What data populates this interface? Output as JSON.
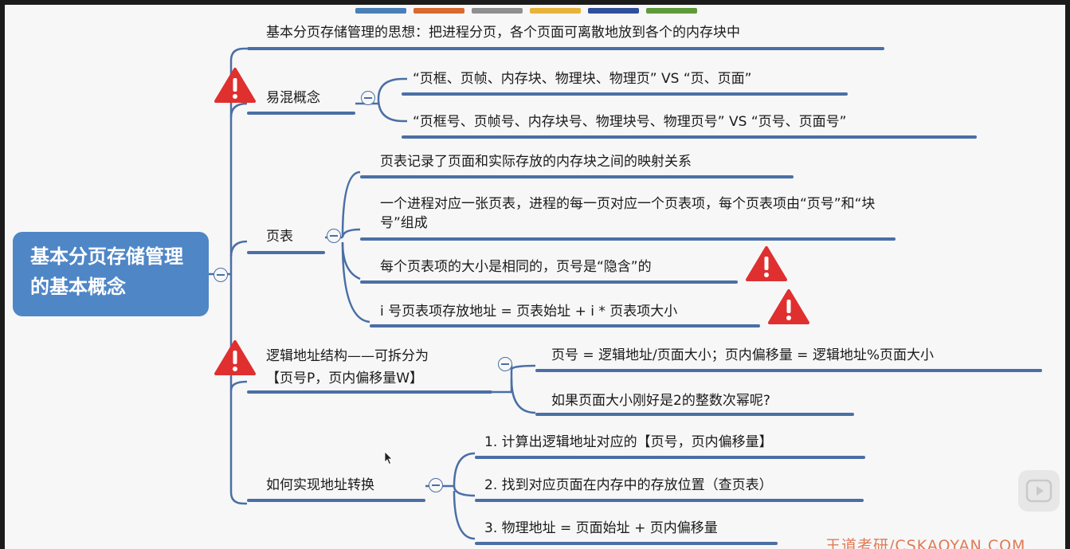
{
  "colors": {
    "branch": "#4a6fa5",
    "root_fill": "#4f86c6",
    "warning": "#e02f2f",
    "tabs": [
      "#4a7fb8",
      "#d9692f",
      "#8f8f8f",
      "#e8b33a",
      "#2f4f9a",
      "#5e9a3a"
    ]
  },
  "root": {
    "text": "基本分页存储管理的基本概念"
  },
  "top_line": "基本分页存储管理的思想：把进程分页，各个页面可离散地放到各个的内存块中",
  "branches": {
    "confusing": {
      "label": "易混概念",
      "items": [
        "“页框、页帧、内存块、物理块、物理页” VS “页、页面”",
        "“页框号、页帧号、内存块号、物理块号、物理页号” VS “页号、页面号”"
      ]
    },
    "page_table": {
      "label": "页表",
      "items": [
        "页表记录了页面和实际存放的内存块之间的映射关系",
        "一个进程对应一张页表，进程的每一页对应一个页表项，每个页表项由“页号”和“块号”组成",
        "每个页表项的大小是相同的，页号是“隐含”的",
        "i 号页表项存放地址 = 页表始址 + i * 页表项大小"
      ]
    },
    "logical": {
      "label_line1": "逻辑地址结构——可拆分为",
      "label_line2": "【页号P，页内偏移量W】",
      "items": [
        "页号 = 逻辑地址/页面大小；页内偏移量 = 逻辑地址%页面大小",
        "如果页面大小刚好是2的整数次幂呢?"
      ]
    },
    "translate": {
      "label": "如何实现地址转换",
      "items": [
        "1. 计算出逻辑地址对应的【页号，页内偏移量】",
        "2. 找到对应页面在内存中的存放位置（查页表）",
        "3. 物理地址 = 页面始址 + 页内偏移量"
      ]
    }
  },
  "watermark": "王道考研/CSKAOYAN.COM",
  "icons": [
    "warning-triangle-icon",
    "collapse-minus-icon",
    "play-icon",
    "mouse-cursor-icon"
  ]
}
